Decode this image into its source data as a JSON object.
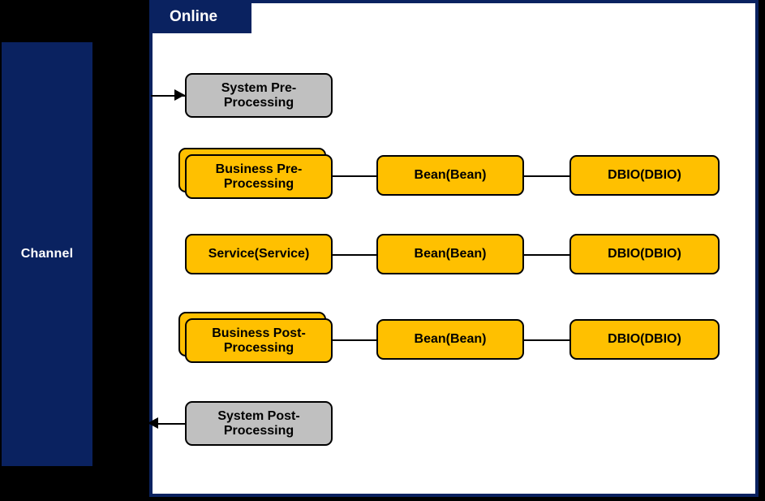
{
  "diagram": {
    "background_color": "#000000",
    "accent_navy": "#0a2260",
    "amber": "#ffc000",
    "gray": "#c0c0c0"
  },
  "channel": {
    "label": "Channel"
  },
  "panel": {
    "tab_label": "Online"
  },
  "rows": [
    {
      "id": "row-system-pre",
      "nodes": [
        {
          "id": "system-pre-processing",
          "label": "System Pre-\nProcessing",
          "style": "gray",
          "stacked": false
        }
      ]
    },
    {
      "id": "row-business-pre",
      "nodes": [
        {
          "id": "business-pre-processing",
          "label": "Business Pre-\nProcessing",
          "style": "amber",
          "stacked": true
        },
        {
          "id": "bean-1",
          "label": "Bean(Bean)",
          "style": "amber",
          "stacked": false
        },
        {
          "id": "dbio-1",
          "label": "DBIO(DBIO)",
          "style": "amber",
          "stacked": false
        }
      ]
    },
    {
      "id": "row-service",
      "nodes": [
        {
          "id": "service",
          "label": "Service(Service)",
          "style": "amber",
          "stacked": false
        },
        {
          "id": "bean-2",
          "label": "Bean(Bean)",
          "style": "amber",
          "stacked": false
        },
        {
          "id": "dbio-2",
          "label": "DBIO(DBIO)",
          "style": "amber",
          "stacked": false
        }
      ]
    },
    {
      "id": "row-business-post",
      "nodes": [
        {
          "id": "business-post-processing",
          "label": "Business Post-\nProcessing",
          "style": "amber",
          "stacked": true
        },
        {
          "id": "bean-3",
          "label": "Bean(Bean)",
          "style": "amber",
          "stacked": false
        },
        {
          "id": "dbio-3",
          "label": "DBIO(DBIO)",
          "style": "amber",
          "stacked": false
        }
      ]
    },
    {
      "id": "row-system-post",
      "nodes": [
        {
          "id": "system-post-processing",
          "label": "System Post-\nProcessing",
          "style": "gray",
          "stacked": false
        }
      ]
    }
  ],
  "connectors": [
    {
      "id": "channel-to-system-pre",
      "direction": "right",
      "arrowhead": true
    },
    {
      "id": "business-pre-to-bean",
      "direction": "none",
      "arrowhead": false
    },
    {
      "id": "bean-to-dbio-1",
      "direction": "none",
      "arrowhead": false
    },
    {
      "id": "service-to-bean",
      "direction": "none",
      "arrowhead": false
    },
    {
      "id": "bean-to-dbio-2",
      "direction": "none",
      "arrowhead": false
    },
    {
      "id": "business-post-to-bean",
      "direction": "none",
      "arrowhead": false
    },
    {
      "id": "bean-to-dbio-3",
      "direction": "none",
      "arrowhead": false
    },
    {
      "id": "system-post-to-channel",
      "direction": "left",
      "arrowhead": true
    }
  ]
}
